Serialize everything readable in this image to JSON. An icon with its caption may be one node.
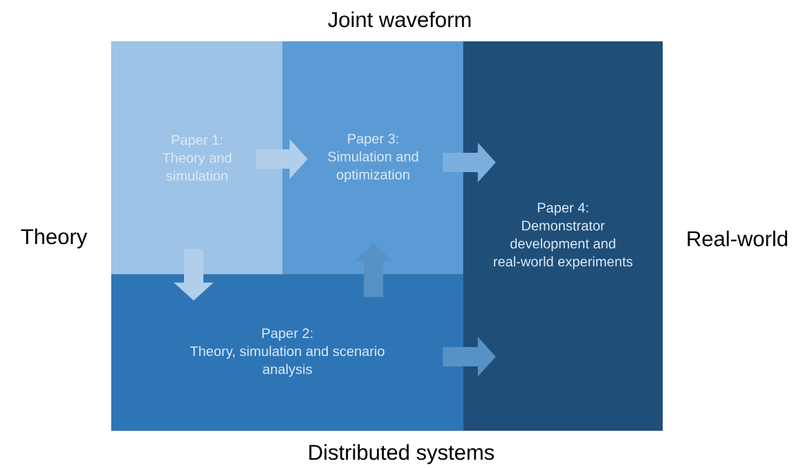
{
  "diagram": {
    "nodes": [
      {
        "text": [
          "Paper 1:",
          "Theory and simulation"
        ]
      },
      {
        "text": [
          "Paper 3:",
          "Simulation and optimization"
        ]
      },
      {
        "text": [
          "Paper 4:",
          "Demonstrator development and real-world experiments"
        ]
      },
      {
        "text": [
          "Paper 2:",
          "Theory, simulation and scenario analysis"
        ]
      }
    ],
    "edges": [
      {
        "from": 0,
        "to": 1,
        "arrow": "to"
      },
      {
        "from": 1,
        "to": 2,
        "arrow": "to"
      },
      {
        "from": 0,
        "to": 3,
        "arrow": "to"
      },
      {
        "from": 3,
        "to": 1,
        "arrow": "to"
      },
      {
        "from": 3,
        "to": 2,
        "arrow": "to"
      }
    ],
    "labels": [
      "Joint waveform",
      "Theory",
      "Real-world",
      "Distributed systems"
    ]
  }
}
